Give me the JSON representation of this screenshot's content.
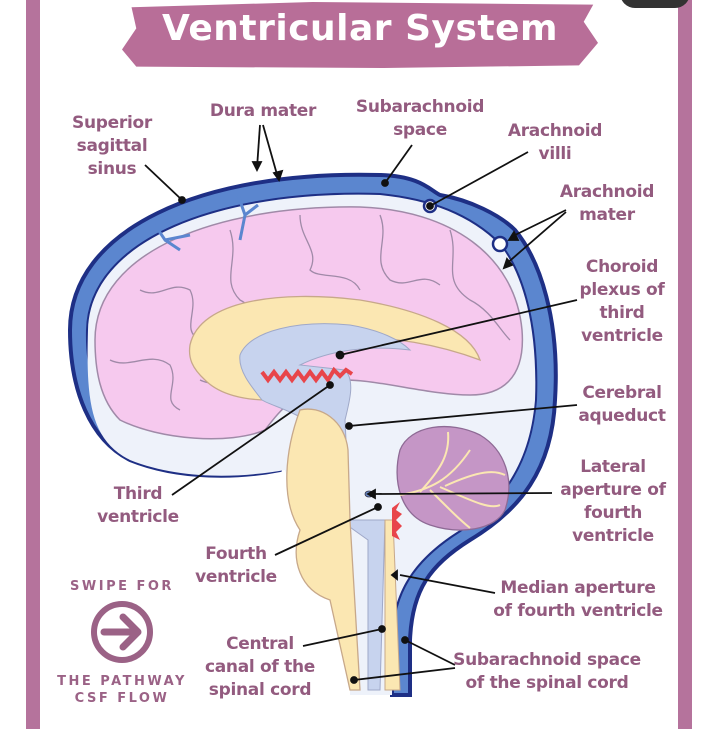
{
  "title": "Ventricular System",
  "labels": {
    "superior_sagittal_sinus": "Superior\nsagittal\nsinus",
    "dura_mater": "Dura mater",
    "subarachnoid_space": "Subarachnoid\nspace",
    "arachnoid_villi": "Arachnoid\nvilli",
    "arachnoid_mater": "Arachnoid\nmater",
    "choroid_plexus": "Choroid\nplexus of\nthird\nventricle",
    "cerebral_aqueduct": "Cerebral\naqueduct",
    "lateral_aperture": "Lateral\naperture of\nfourth\nventricle",
    "third_ventricle": "Third\nventricle",
    "fourth_ventricle": "Fourth\nventricle",
    "median_aperture": "Median aperture\nof fourth ventricle",
    "central_canal": "Central\ncanal of the\nspinal cord",
    "spinal_subarachnoid": "Subarachnoid space\nof the spinal cord"
  },
  "swipe": {
    "top": "SWIPE FOR",
    "bottom": "THE PATHWAY\nCSF FLOW",
    "icon": "arrow-right-circle-icon"
  },
  "colors": {
    "frame": "#b5739c",
    "label_text": "#935b7f",
    "dura_blue": "#5b86cf",
    "dura_outline": "#1e2f85",
    "brain_pink": "#f6c9ee",
    "corpus_yellow": "#fbe7b2",
    "ventricle_blue": "#c7d3ee",
    "choroid_red": "#e8454a",
    "cerebellum_purple": "#c596c6"
  }
}
